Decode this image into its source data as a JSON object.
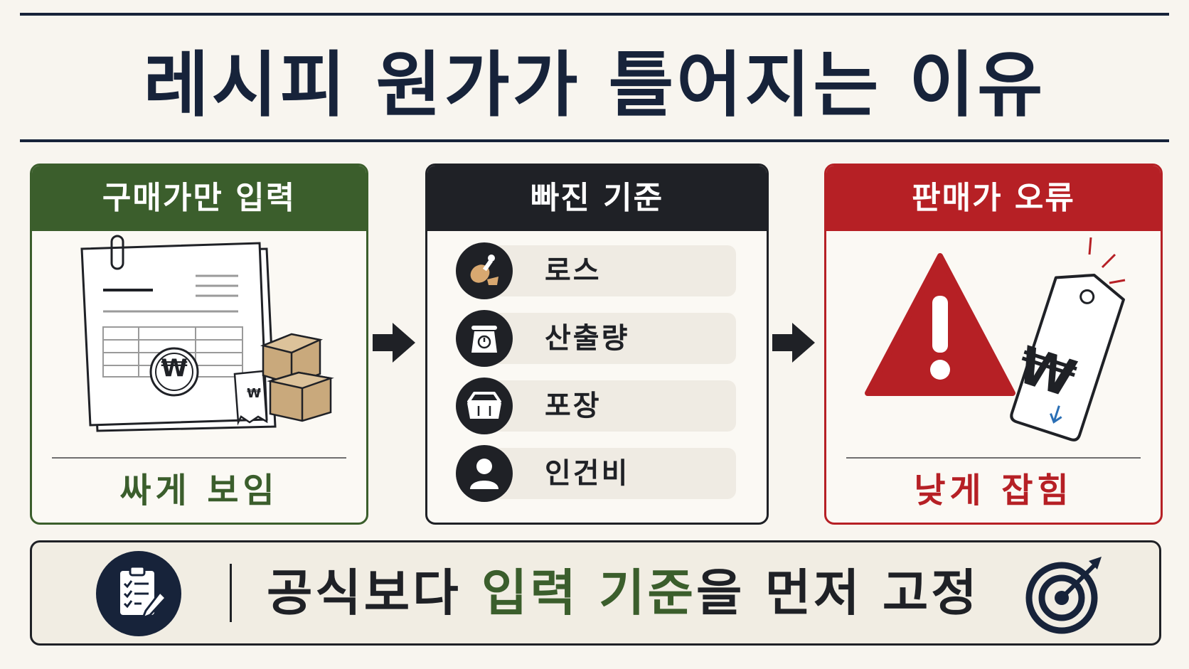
{
  "title": "레시피 원가가 틀어지는 이유",
  "panels": {
    "left": {
      "header": "구매가만 입력",
      "footer": "싸게 보임",
      "currency": "₩"
    },
    "middle": {
      "header": "빠진 기준",
      "items": [
        {
          "label": "로스",
          "icon": "meat-icon"
        },
        {
          "label": "산출량",
          "icon": "scale-icon"
        },
        {
          "label": "포장",
          "icon": "container-icon"
        },
        {
          "label": "인건비",
          "icon": "person-icon"
        }
      ]
    },
    "right": {
      "header": "판매가 오류",
      "footer": "낮게 잡힘",
      "currency": "₩"
    }
  },
  "bottom": {
    "part1": "공식보다 ",
    "highlight": "입력 기준",
    "part2": "을 먼저 고정"
  },
  "colors": {
    "green": "#3b5e2c",
    "dark": "#1f2126",
    "red": "#b62025",
    "navy": "#17233a",
    "background": "#f8f5ef"
  }
}
